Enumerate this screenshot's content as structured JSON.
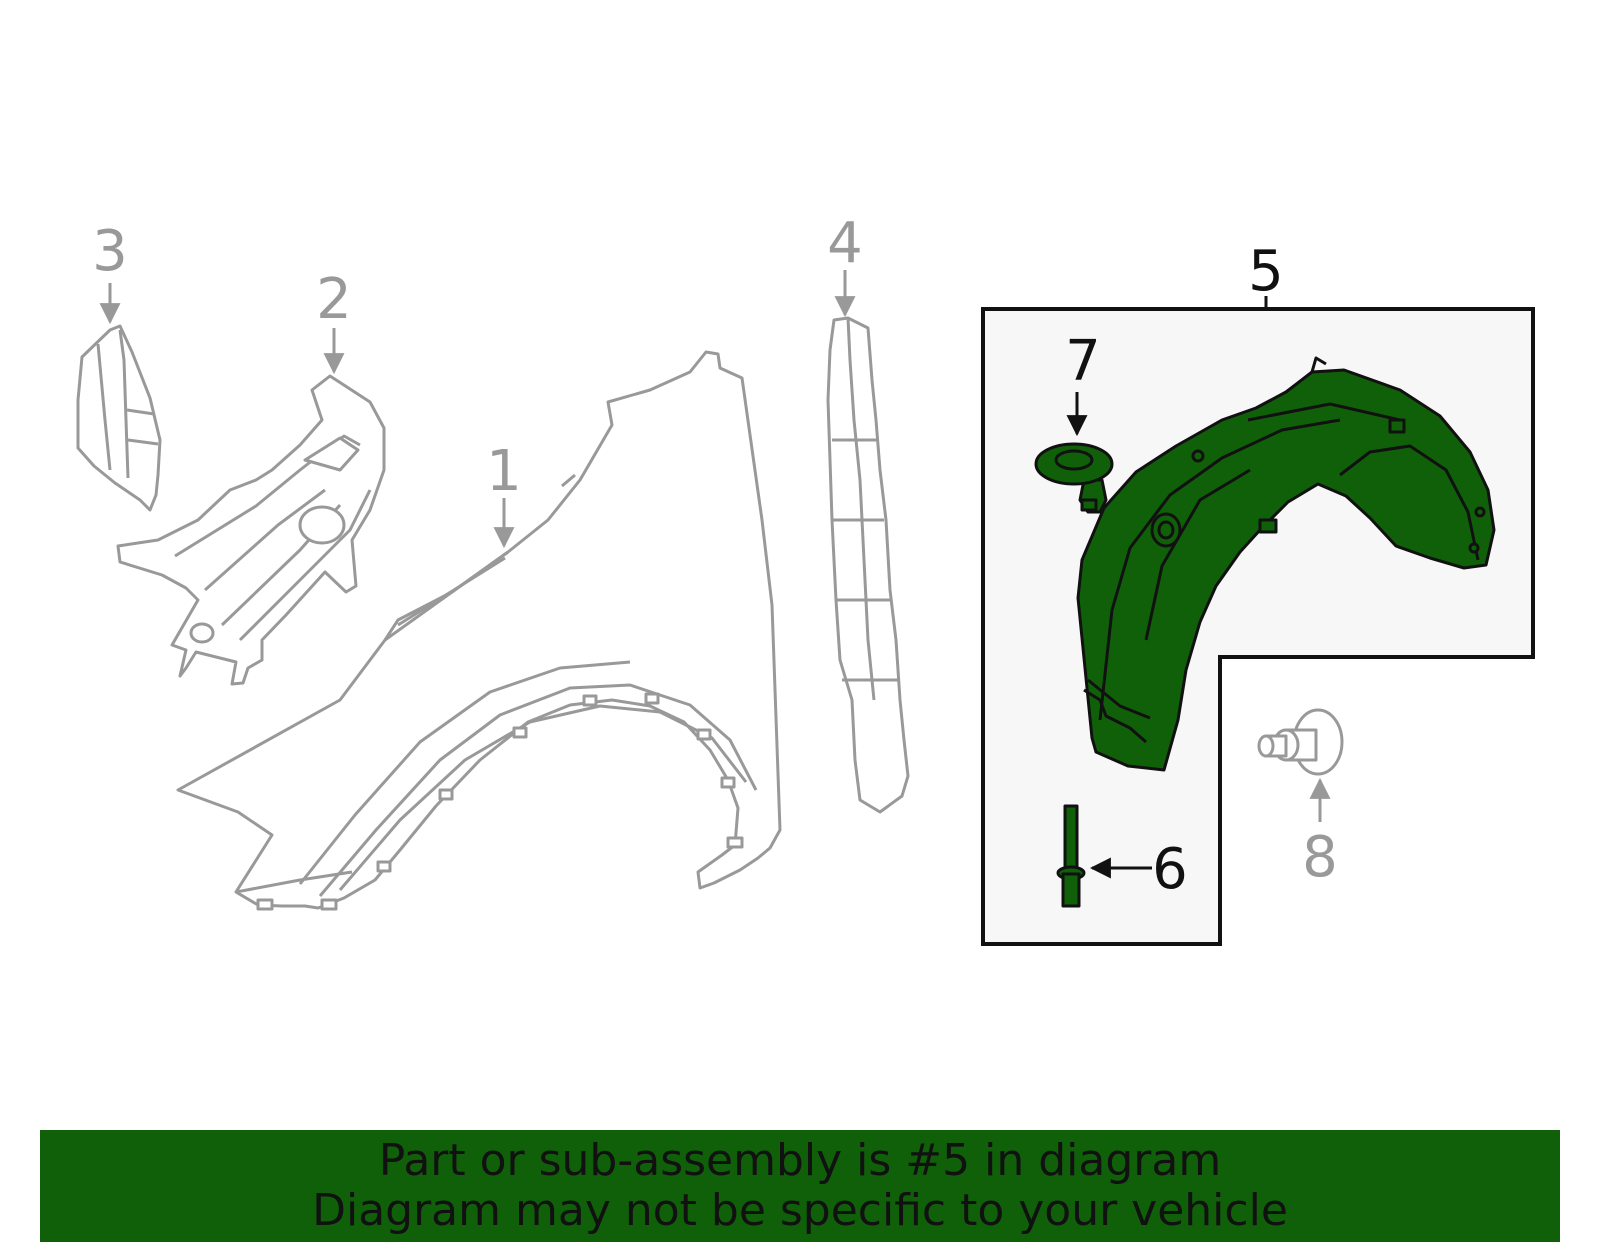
{
  "callouts": {
    "c1": "1",
    "c2": "2",
    "c3": "3",
    "c4": "4",
    "c5": "5",
    "c6": "6",
    "c7": "7",
    "c8": "8"
  },
  "colors": {
    "highlight": "#10600a",
    "unselected_outline": "#999999",
    "inset_background": "#f7f7f7"
  },
  "banner": {
    "line1": "Part or sub-assembly is #5 in diagram",
    "line2": "Diagram may not be specific to your vehicle"
  }
}
